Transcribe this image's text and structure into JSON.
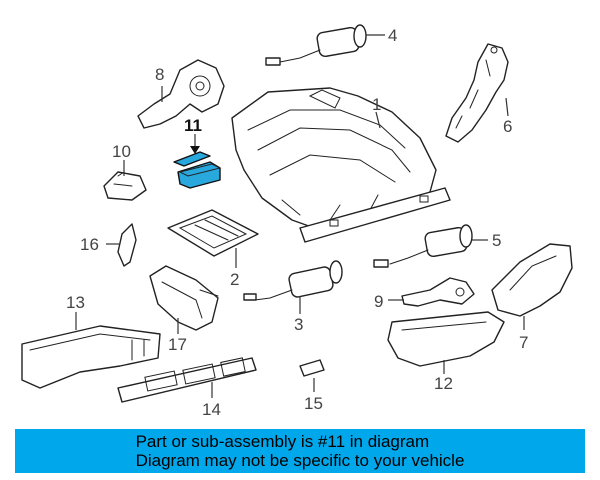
{
  "callouts": {
    "c1": "1",
    "c2": "2",
    "c3": "3",
    "c4": "4",
    "c5": "5",
    "c6": "6",
    "c7": "7",
    "c8": "8",
    "c9": "9",
    "c10": "10",
    "c11": "11",
    "c12": "12",
    "c13": "13",
    "c14": "14",
    "c15": "15",
    "c16": "16",
    "c17": "17"
  },
  "highlight": {
    "part": "11",
    "color": "#29a8dd"
  },
  "banner": {
    "line1": "Part or sub-assembly is #11 in diagram",
    "line2": "Diagram may not be specific to your vehicle",
    "color": "#00a7ea"
  }
}
